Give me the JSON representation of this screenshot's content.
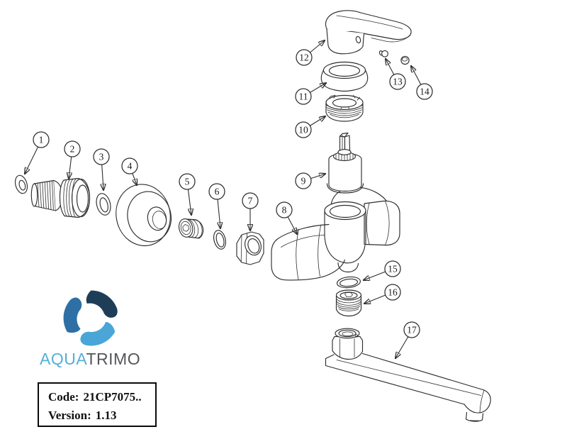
{
  "diagram": {
    "background": "#ffffff",
    "line_color": "#2e2e2e"
  },
  "callouts": [
    {
      "label": "1"
    },
    {
      "label": "2"
    },
    {
      "label": "3"
    },
    {
      "label": "4"
    },
    {
      "label": "5"
    },
    {
      "label": "6"
    },
    {
      "label": "7"
    },
    {
      "label": "8"
    },
    {
      "label": "9"
    },
    {
      "label": "10"
    },
    {
      "label": "11"
    },
    {
      "label": "12"
    },
    {
      "label": "13"
    },
    {
      "label": "14"
    },
    {
      "label": "15"
    },
    {
      "label": "16"
    },
    {
      "label": "17"
    }
  ],
  "logo": {
    "brand_part1": "AQUA",
    "brand_part2": "TRIMO",
    "swirl_colors": {
      "dark": "#1e3e58",
      "mid": "#2e70a5",
      "light": "#4aa6d6"
    },
    "text_colors": {
      "aqua": "#54b0d8",
      "trimo": "#55565a"
    }
  },
  "info_box": {
    "code_label": "Code:",
    "code_value": "21CP7075..",
    "version_label": "Version:",
    "version_value": "1.13"
  }
}
